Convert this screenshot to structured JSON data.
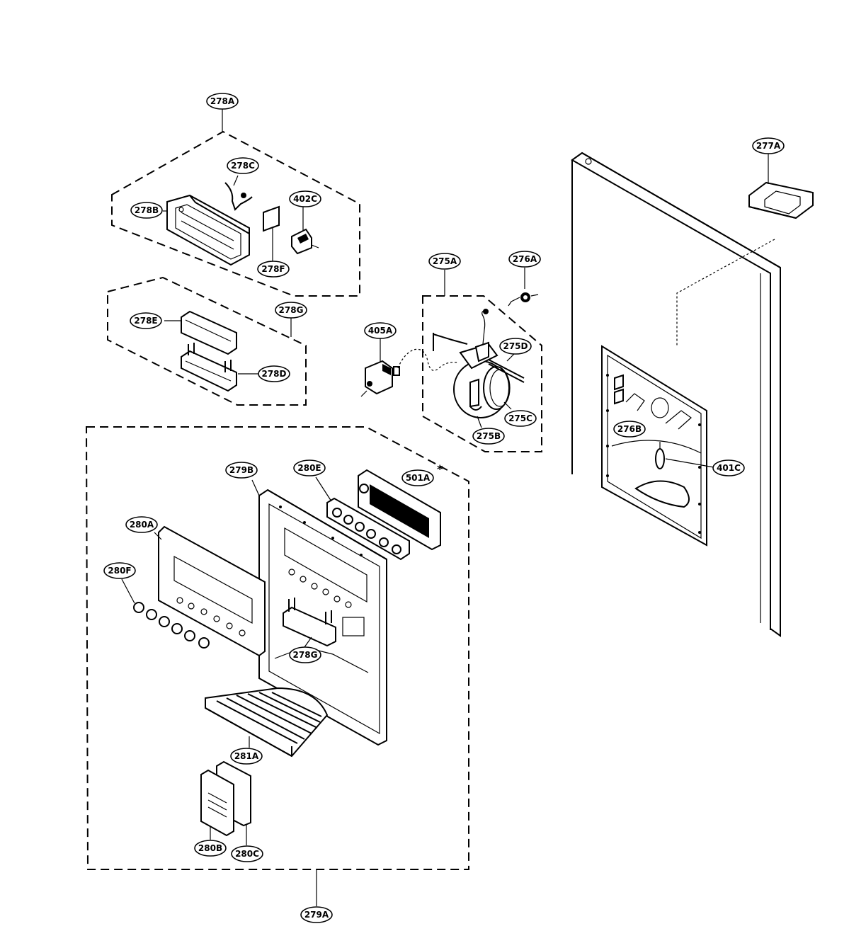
{
  "labels": {
    "l278A": "278A",
    "l278C": "278C",
    "l278B": "278B",
    "l402C": "402C",
    "l278F": "278F",
    "l278G_top": "278G",
    "l278E": "278E",
    "l278D": "278D",
    "l405A": "405A",
    "l275A": "275A",
    "l276A": "276A",
    "l275D": "275D",
    "l275C": "275C",
    "l275B": "275B",
    "l277A": "277A",
    "l276B": "276B",
    "l401C": "401C",
    "l279B": "279B",
    "l280E": "280E",
    "l501A": "501A",
    "l280A": "280A",
    "l280F": "280F",
    "l278G_bottom": "278G",
    "l281A": "281A",
    "l280B": "280B",
    "l280C": "280C",
    "l279A": "279A"
  },
  "asterisk": "*"
}
